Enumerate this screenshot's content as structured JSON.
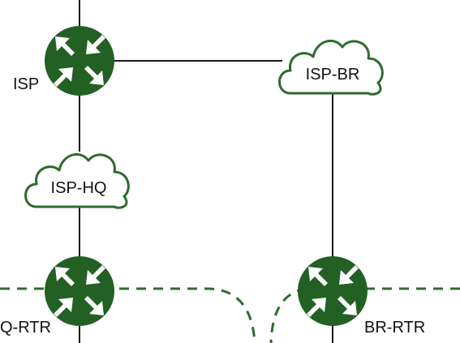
{
  "nodes": {
    "isp": {
      "label": "ISP",
      "icon": "router-icon"
    },
    "hq_rtr": {
      "label": "Q-RTR",
      "icon": "router-icon"
    },
    "br_rtr": {
      "label": "BR-RTR",
      "icon": "router-icon"
    }
  },
  "clouds": {
    "isp_br": {
      "label": "ISP-BR",
      "icon": "cloud-icon"
    },
    "isp_hq": {
      "label": "ISP-HQ",
      "icon": "cloud-icon"
    }
  },
  "colors": {
    "router_fill": "#236023",
    "cloud_stroke": "#2e6b2e",
    "zone_dash": "#2e6b2e",
    "link": "#1a1a1a"
  }
}
